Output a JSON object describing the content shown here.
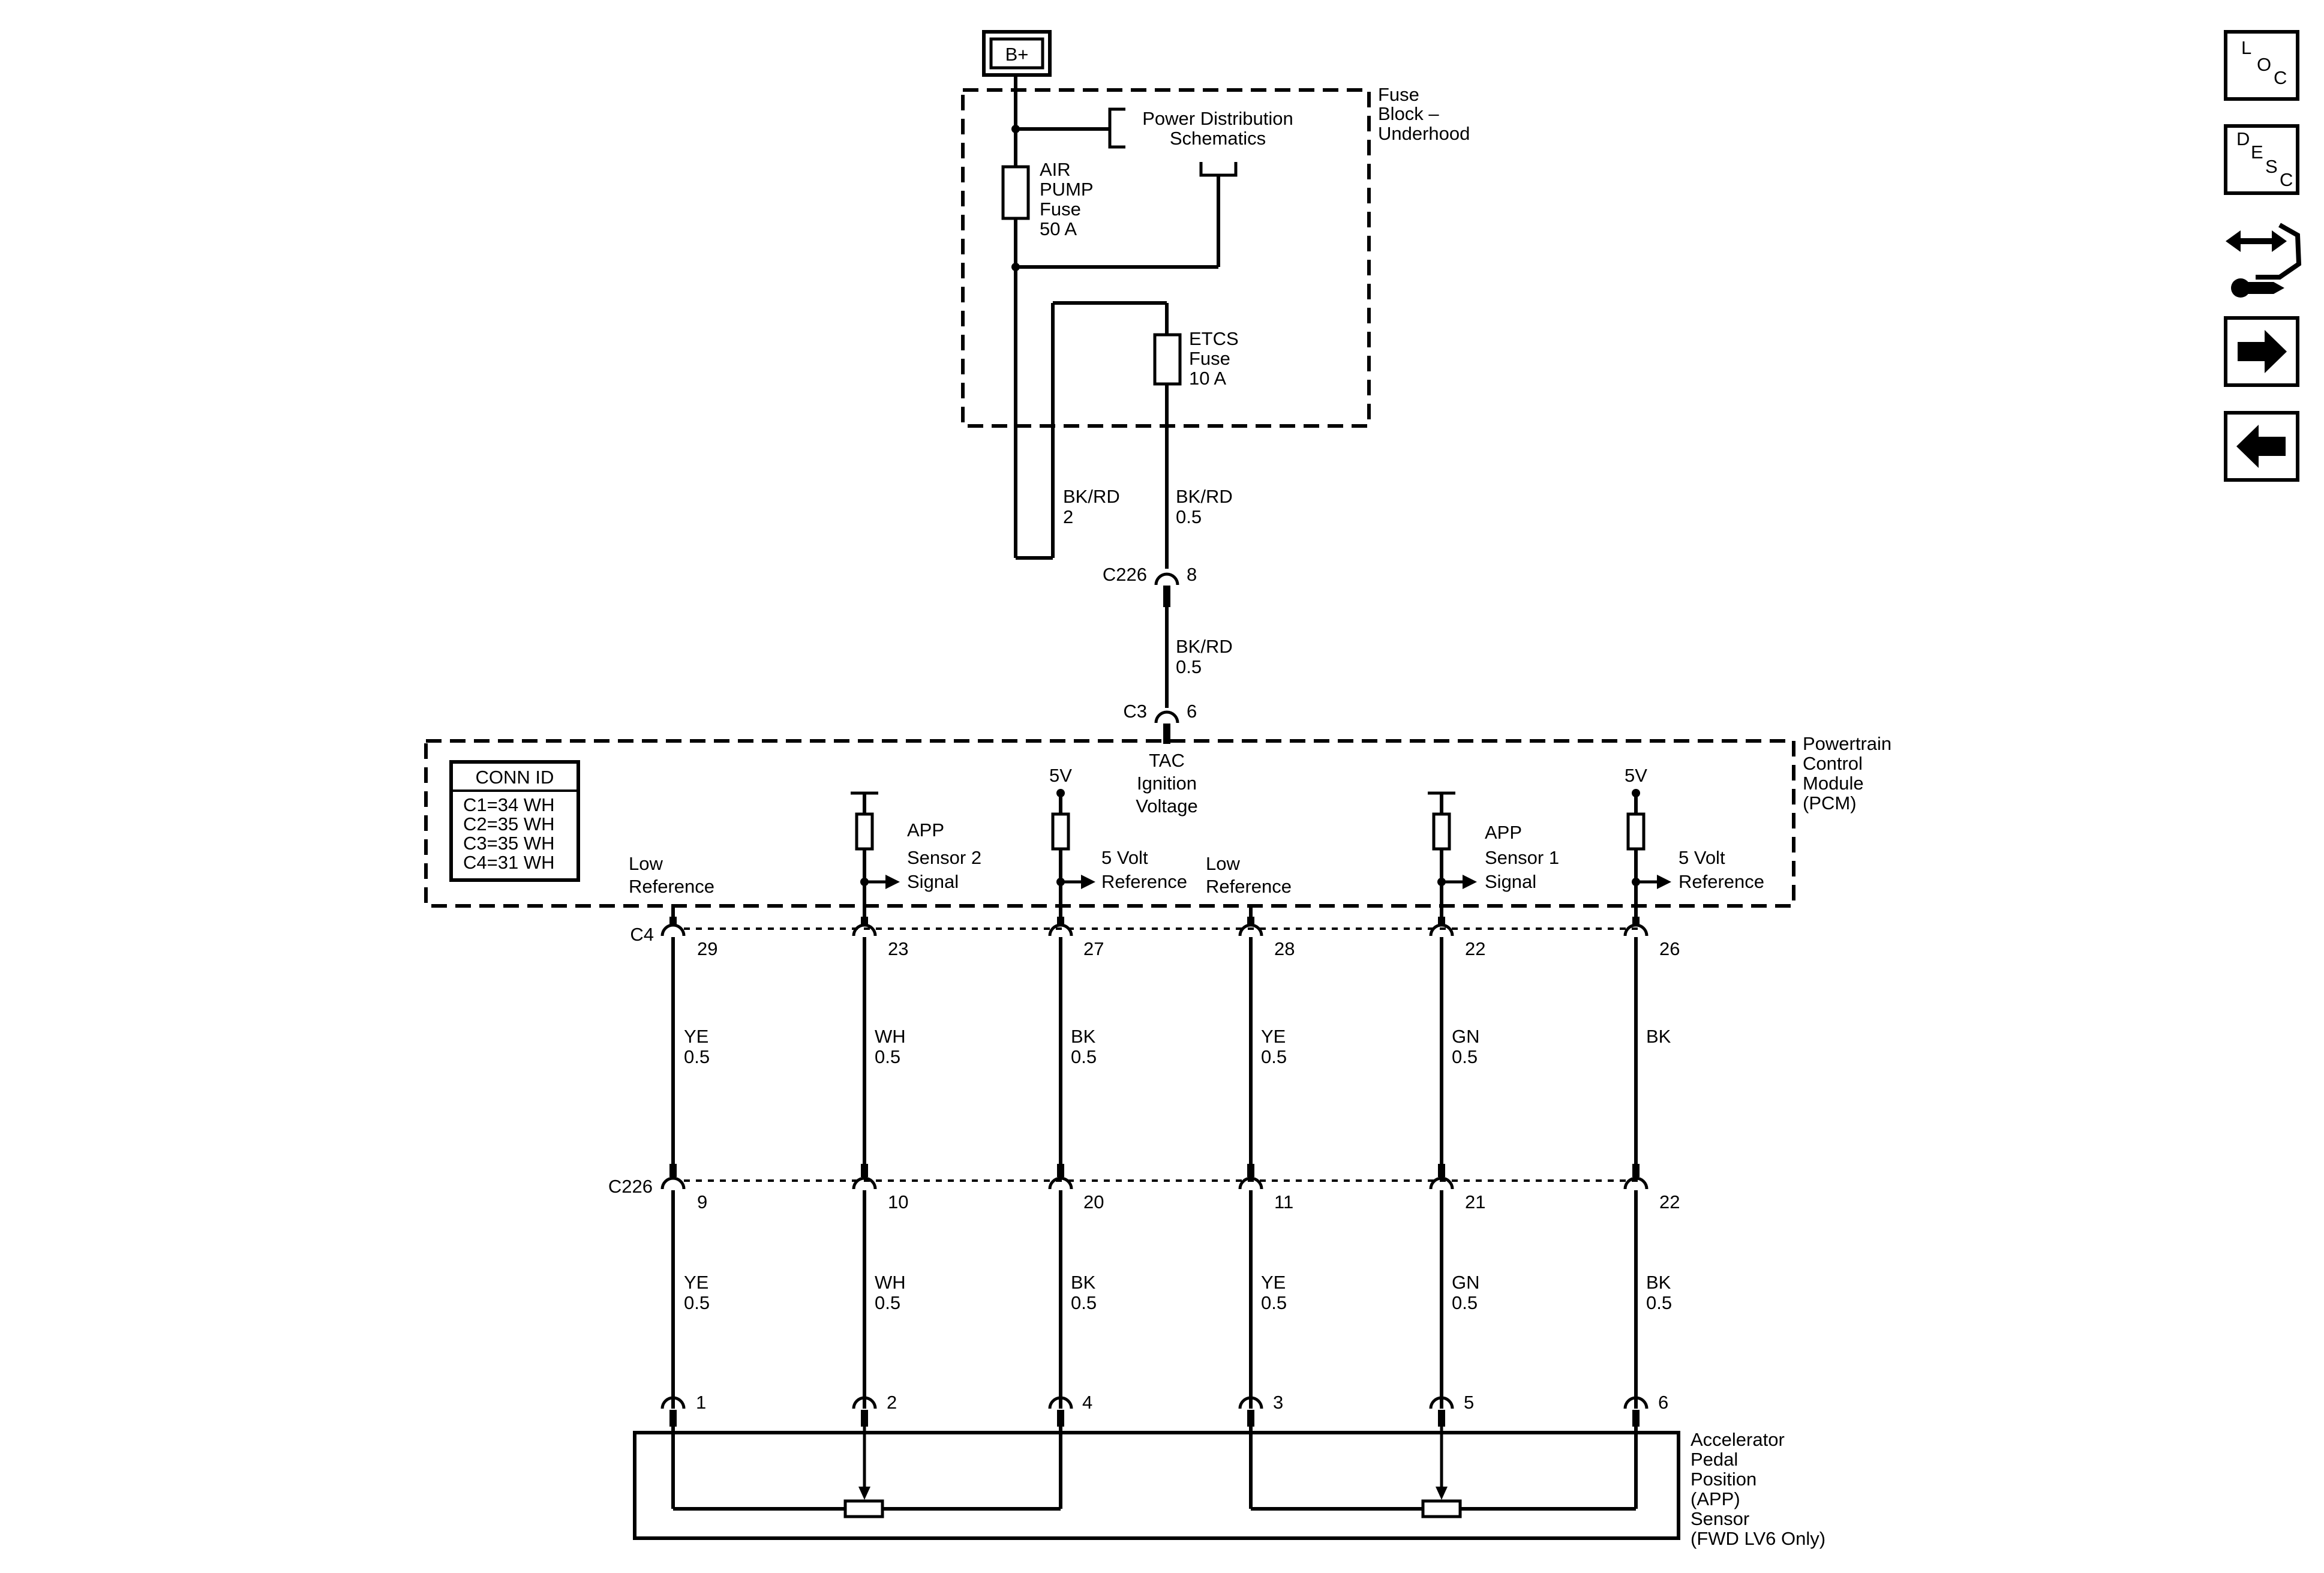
{
  "battery": {
    "label": "B+"
  },
  "fuse_block": {
    "name": [
      "Fuse",
      "Block –",
      "Underhood"
    ],
    "power_dist": [
      "Power Distribution",
      "Schematics"
    ],
    "air_pump_fuse": [
      "AIR",
      "PUMP",
      "Fuse",
      "50 A"
    ],
    "etcs_fuse": [
      "ETCS",
      "Fuse",
      "10 A"
    ]
  },
  "upper_wires": {
    "left": [
      "BK/RD",
      "2"
    ],
    "right": [
      "BK/RD",
      "0.5"
    ],
    "c226": {
      "name": "C226",
      "pin": "8"
    },
    "between": [
      "BK/RD",
      "0.5"
    ],
    "c3": {
      "name": "C3",
      "pin": "6"
    }
  },
  "pcm": {
    "name": [
      "Powertrain",
      "Control",
      "Module",
      "(PCM)"
    ],
    "tac": [
      "TAC",
      "Ignition",
      "Voltage"
    ],
    "conn_id": {
      "title": "CONN ID",
      "rows": [
        "C1=34 WH",
        "C2=35 WH",
        "C3=35 WH",
        "C4=31 WH"
      ]
    },
    "volt_5v": "5V",
    "circuits": [
      {
        "label": [
          "Low",
          "Reference"
        ]
      },
      {
        "label": [
          "APP",
          "Sensor 2",
          "Signal"
        ]
      },
      {
        "label": [
          "5 Volt",
          "Reference"
        ]
      },
      {
        "label": [
          "Low",
          "Reference"
        ]
      },
      {
        "label": [
          "APP",
          "Sensor 1",
          "Signal"
        ]
      },
      {
        "label": [
          "5 Volt",
          "Reference"
        ]
      }
    ]
  },
  "c4": {
    "name": "C4",
    "pins": [
      "29",
      "23",
      "27",
      "28",
      "22",
      "26"
    ]
  },
  "wires_top": [
    [
      "YE",
      "0.5"
    ],
    [
      "WH",
      "0.5"
    ],
    [
      "BK",
      "0.5"
    ],
    [
      "YE",
      "0.5"
    ],
    [
      "GN",
      "0.5"
    ],
    [
      "BK",
      ""
    ]
  ],
  "c226": {
    "name": "C226",
    "pins": [
      "9",
      "10",
      "20",
      "11",
      "21",
      "22"
    ]
  },
  "wires_bottom": [
    [
      "YE",
      "0.5"
    ],
    [
      "WH",
      "0.5"
    ],
    [
      "BK",
      "0.5"
    ],
    [
      "YE",
      "0.5"
    ],
    [
      "GN",
      "0.5"
    ],
    [
      "BK",
      "0.5"
    ]
  ],
  "sensor": {
    "pins": [
      "1",
      "2",
      "4",
      "3",
      "5",
      "6"
    ],
    "name": [
      "Accelerator",
      "Pedal",
      "Position",
      "(APP)",
      "Sensor",
      "(FWD LV6 Only)"
    ]
  },
  "nav": {
    "loc": [
      "L",
      "O",
      "C"
    ],
    "desc": [
      "D",
      "E",
      "S",
      "C"
    ]
  }
}
